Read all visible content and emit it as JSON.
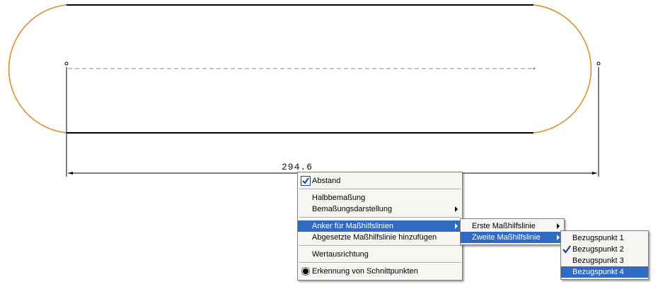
{
  "dimension": {
    "value": "294.6"
  },
  "context_menu": {
    "items": {
      "abstand": "Abstand",
      "halbbemassung": "Halbbemaßung",
      "bemassungsdarstellung": "Bemaßungsdarstellung",
      "anker": "Anker für Maßhilfslinien",
      "abgesetzte": "Abgesetzte Maßhilfslinie hinzufügen",
      "wertausrichtung": "Wertausrichtung",
      "erkennung": "Erkennung von Schnittpunkten"
    }
  },
  "anker_submenu": {
    "items": {
      "erste": "Erste Maßhilfslinie",
      "zweite": "Zweite Maßhilfslinie"
    }
  },
  "bezug_submenu": {
    "items": {
      "p1": "Bezugspunkt 1",
      "p2": "Bezugspunkt 2",
      "p3": "Bezugspunkt 3",
      "p4": "Bezugspunkt 4"
    }
  },
  "colors": {
    "arc": "#e08a1e",
    "line": "#000000",
    "highlight": "#316ac5",
    "check": "#1f3f9a"
  }
}
